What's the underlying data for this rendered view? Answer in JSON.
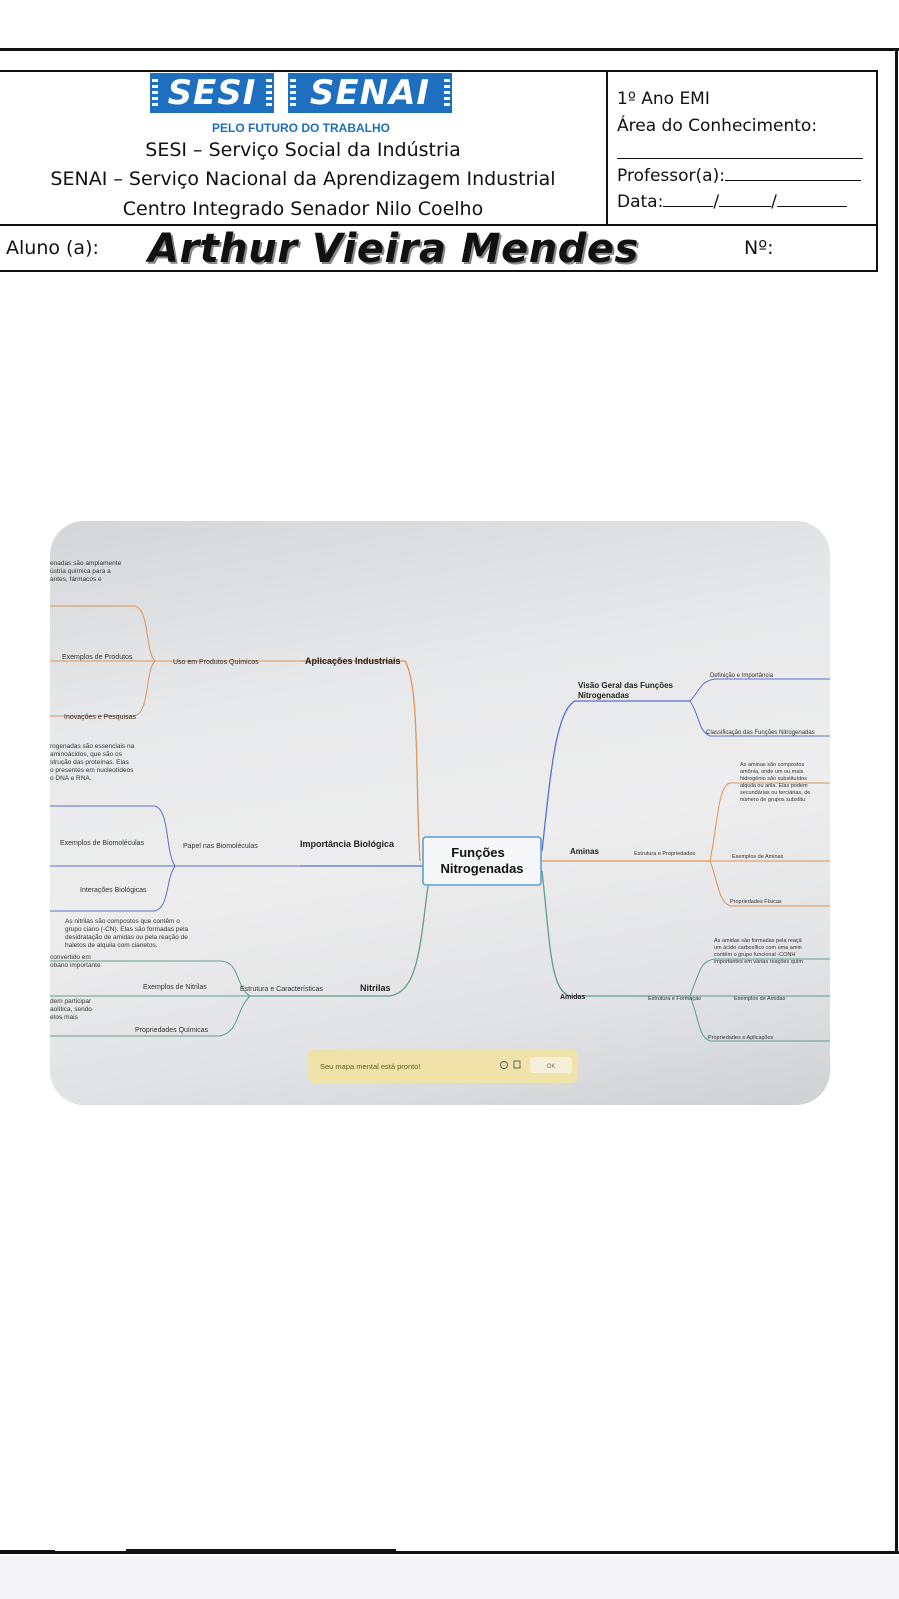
{
  "header": {
    "logo_sesi": "SESI",
    "logo_senai": "SENAI",
    "tagline": "PELO FUTURO DO TRABALHO",
    "sesi_line": "SESI – Serviço Social da Indústria",
    "senai_line": "SENAI – Serviço Nacional da Aprendizagem Industrial",
    "centro_line": "Centro Integrado Senador Nilo Coelho",
    "ano": "1º Ano EMI",
    "area_label": "Área do Conhecimento:",
    "professor_label": "Professor(a):",
    "data_label": "Data:",
    "data_sep": "/"
  },
  "student": {
    "aluno_label": "Aluno (a):",
    "name": "Arthur Vieira Mendes",
    "numero_label": "Nº:"
  },
  "mindmap": {
    "central": [
      "Funções",
      "Nitrogenadas"
    ],
    "left_branches": [
      {
        "title": "Aplicações Industriais",
        "sub": "Uso em Produtos Químicos",
        "leaves": [
          "Exemplos de Produtos",
          "Inovações e Pesquisas"
        ],
        "text": [
          "enadas são amplamente",
          "ústria química para a",
          "antes, fármacos e"
        ]
      },
      {
        "title": "Importância Biológica",
        "sub": "Papel nas Biomoléculas",
        "leaves": [
          "Exemplos de Biomoléculas",
          "Interações Biológicas"
        ],
        "text": [
          "rogenadas são essenciais na",
          "aminoácidos, que são os",
          "strução das proteínas. Elas",
          "o presentes em nucleotídeos",
          "o DNA e RNA."
        ]
      },
      {
        "title": "Nitrilas",
        "sub": "Estrutura e Características",
        "leaves": [
          "Exemplos de Nitrilas",
          "Propriedades Químicas"
        ],
        "text": [
          "As nitrilas são compostos que contêm o",
          "grupo ciano (-CN). Elas são formadas pela",
          "desidratação de amidas ou pela reação de",
          "haletos de alquila com cianetos."
        ],
        "extra": [
          "convertido em",
          "obano importante",
          "dem participar",
          "aolítica, sendo",
          "etos mais"
        ]
      }
    ],
    "right_branches": [
      {
        "title": "Visão Geral das Funções",
        "title2": "Nitrogenadas",
        "leaves": [
          "Definição e Importância",
          "Classificação das Funções Nitrogenadas"
        ]
      },
      {
        "title": "Aminas",
        "sub": "Estrutura e Propriedades",
        "leaves": [
          "Exemplos de Aminas",
          "Propriedades Físicas"
        ],
        "text": [
          "As aminas são compostos",
          "amônia, onde um ou mais",
          "hidrogênio são substituídos",
          "alquila ou arila. Elas podem",
          "secundárias ou terciárias, de",
          "número de grupos substitu"
        ]
      },
      {
        "title": "Amidas",
        "sub": "Estrutura e Formação",
        "leaves": [
          "Exemplos de Amidas",
          "Propriedades e Aplicações"
        ],
        "text": [
          "As amidas são formadas pela reaçã",
          "um ácido carboxílico com uma amin",
          "contêm o grupo funcional -CONH",
          "importantes em várias reações quím"
        ]
      }
    ],
    "toast": "Seu mapa mental está pronto!",
    "toast_button": "OK"
  },
  "colors": {
    "logo_blue": "#1e6fbf",
    "branch_orange": "#e0935a",
    "branch_blue": "#5a6fd0",
    "branch_green": "#5fa08a",
    "central_border": "#5a9fd8"
  }
}
